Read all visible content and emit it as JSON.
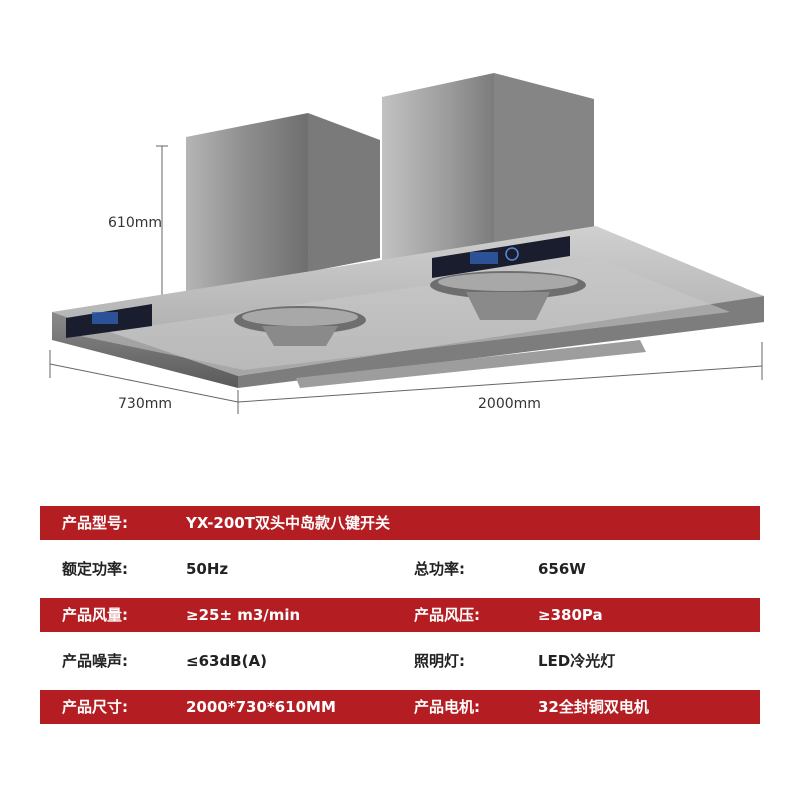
{
  "dimensions": {
    "height": "610mm",
    "depth": "730mm",
    "width": "2000mm"
  },
  "specs": {
    "model": {
      "label": "产品型号:",
      "value": "YX-200T双头中岛款八键开关"
    },
    "rows": [
      {
        "label1": "额定功率:",
        "value1": "50Hz",
        "label2": "总功率:",
        "value2": "656W"
      },
      {
        "label1": "产品风量:",
        "value1": "≥25± m3/min",
        "label2": "产品风压:",
        "value2": "≥380Pa"
      },
      {
        "label1": "产品噪声:",
        "value1": "≤63dB(A)",
        "label2": "照明灯:",
        "value2": "LED冷光灯"
      },
      {
        "label1": "产品尺寸:",
        "value1": "2000*730*610MM",
        "label2": "产品电机:",
        "value2": "32全封铜双电机"
      }
    ]
  },
  "colors": {
    "band": "#b41e23",
    "steel": "#9a9a9a",
    "display": "#1a1d2e"
  }
}
